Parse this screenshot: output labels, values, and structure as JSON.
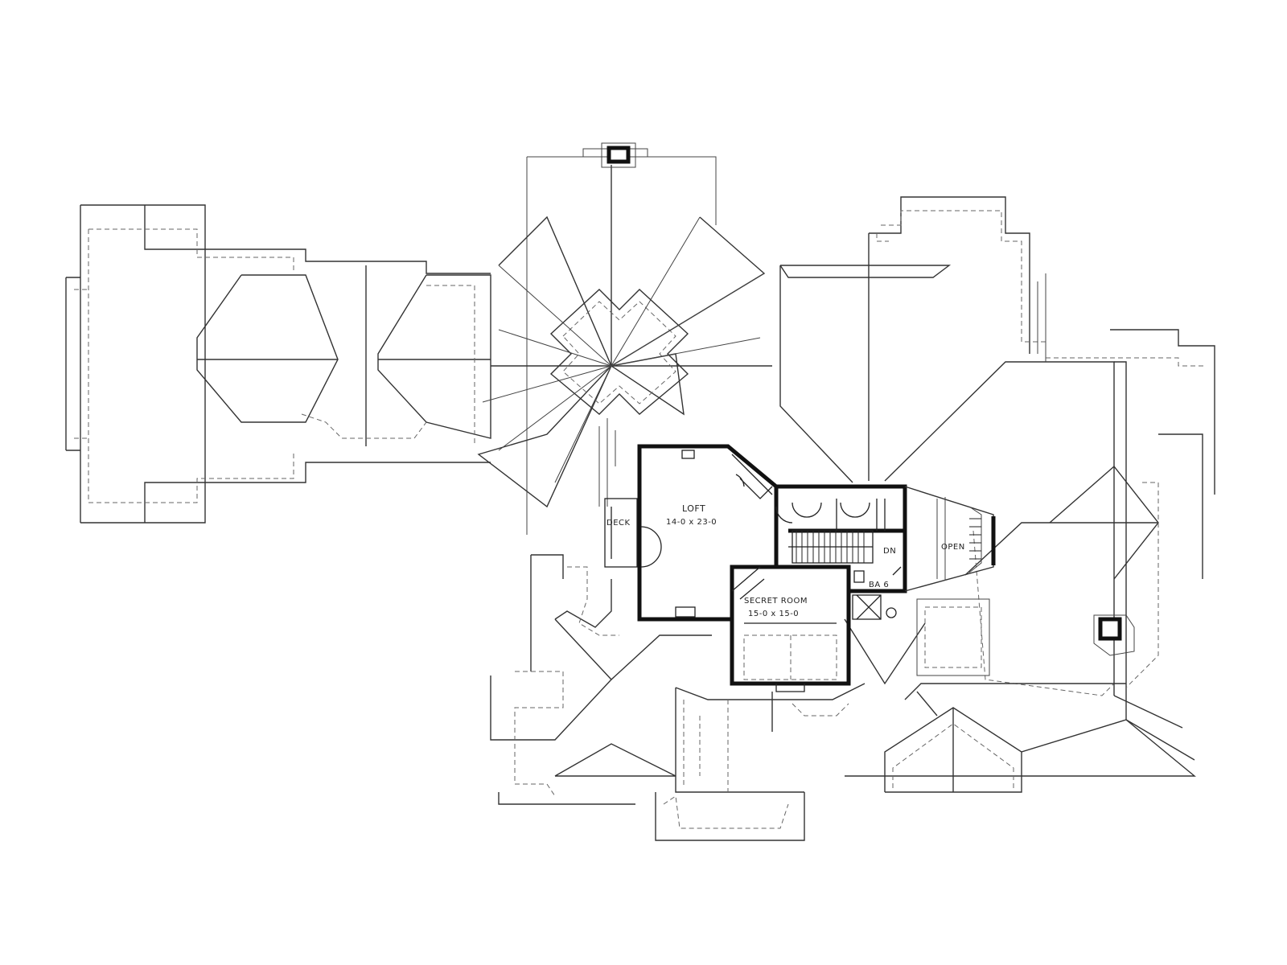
{
  "rooms": {
    "loft": {
      "name": "LOFT",
      "size": "14-0 x 23-0"
    },
    "secret_room": {
      "name": "SECRET ROOM",
      "size": "15-0 x 15-0"
    },
    "deck": {
      "name": "DECK"
    },
    "bath": {
      "name": "BA 6"
    },
    "open": {
      "name": "OPEN"
    },
    "stair_down": {
      "name": "DN"
    }
  },
  "colors": {
    "line": "#222222",
    "wall": "#111111",
    "background": "#ffffff"
  }
}
